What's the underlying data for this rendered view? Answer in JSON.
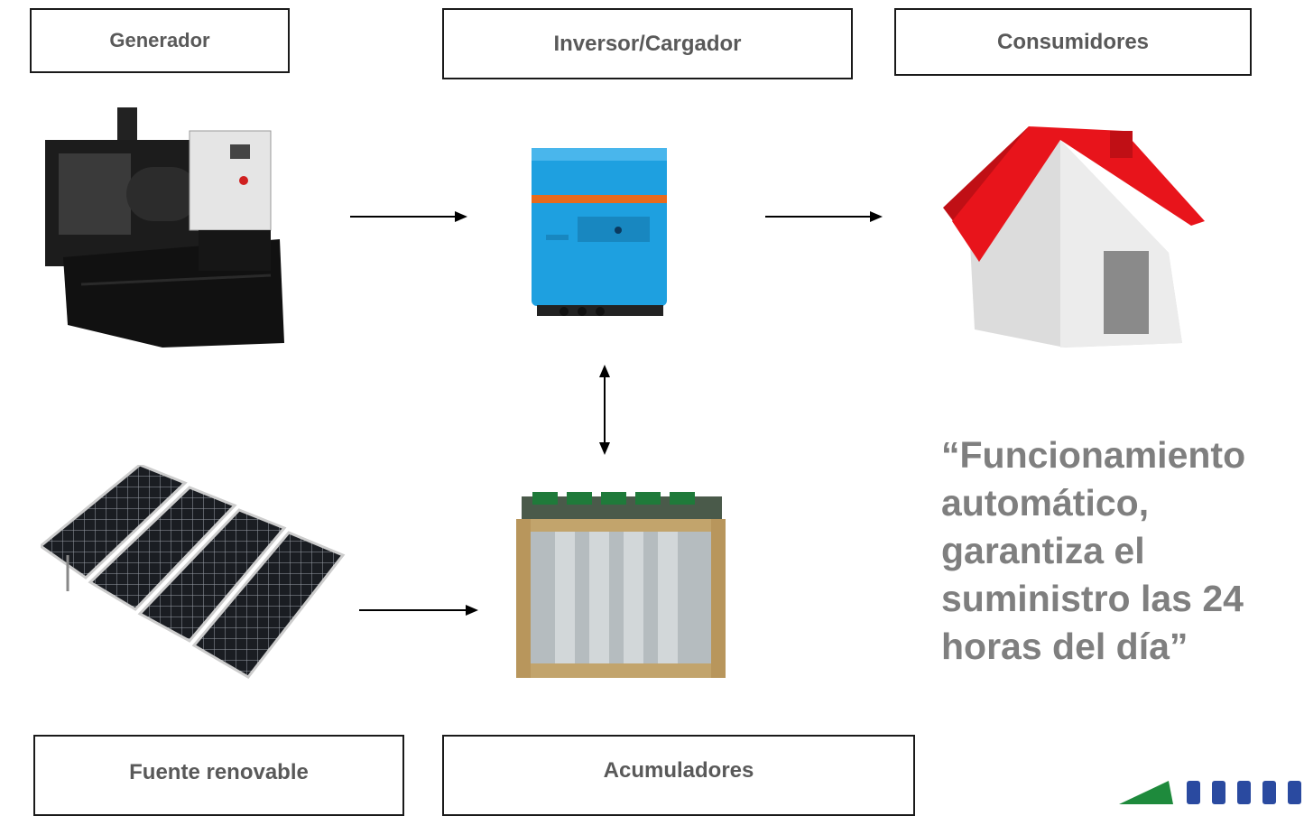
{
  "labels": {
    "generator": "Generador",
    "inverter": "Inversor/Cargador",
    "consumers": "Consumidores",
    "renewable": "Fuente renovable",
    "batteries": "Acumuladores"
  },
  "quote": "“Funcionamiento\nautomático,\ngarantiza el\nsuministro las 24\nhoras del día”",
  "colors": {
    "label_text": "#595959",
    "quote_text": "#7f7f7f",
    "house_roof": "#e8141b",
    "inverter_body": "#1ea0e0",
    "logo_green": "#1e8a3c",
    "logo_blue": "#2a4aa0"
  },
  "icons": [
    "generator-icon",
    "inverter-icon",
    "house-icon",
    "solar-panel-icon",
    "battery-bank-icon",
    "logo-icon"
  ]
}
